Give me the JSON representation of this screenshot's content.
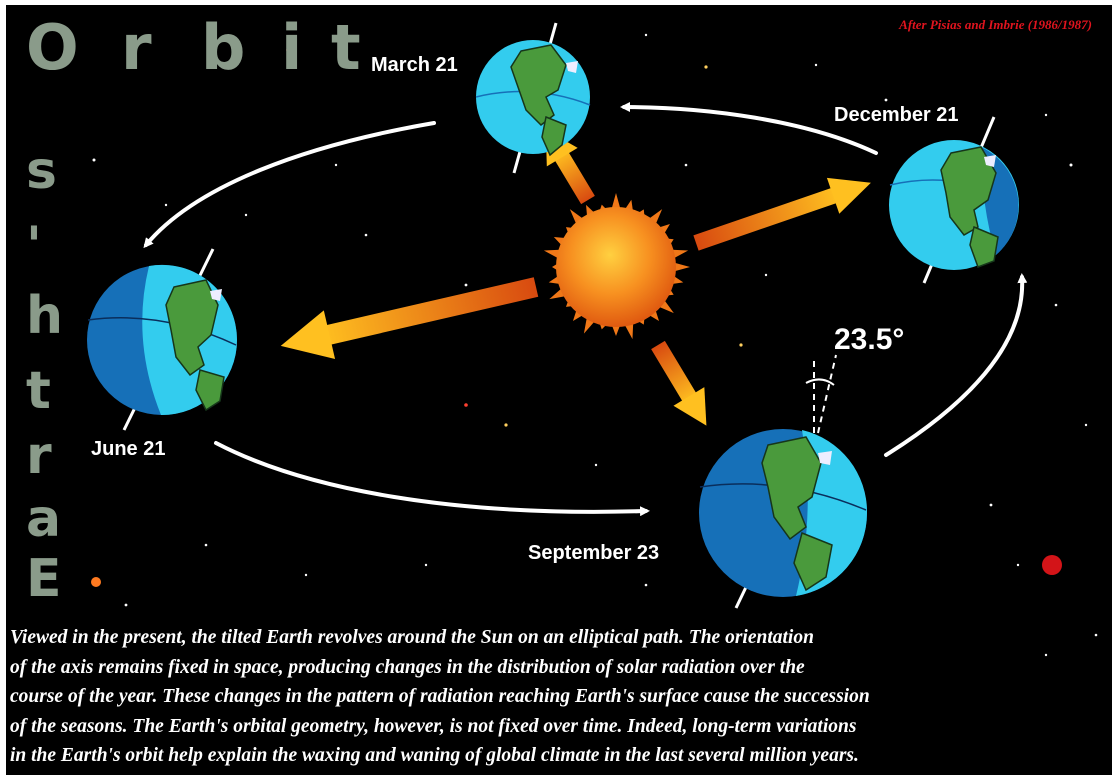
{
  "title": {
    "horizontal_letters": [
      "O",
      "r",
      "b",
      "i",
      "t"
    ],
    "vertical_letters": [
      "E",
      "a",
      "r",
      "t",
      "h",
      "'",
      "s"
    ]
  },
  "credit": "After Pisias and Imbrie (1986/1987)",
  "labels": {
    "march": "March 21",
    "december": "December 21",
    "june": "June 21",
    "september": "September 23",
    "tilt": "23.5°"
  },
  "caption_lines": [
    "Viewed in the present, the tilted Earth revolves around the Sun on an elliptical path.  The orientation",
    "of the axis remains fixed in space, producing changes in the distribution of solar radiation over the",
    "course of the year.  These changes in the pattern of radiation reaching Earth's surface cause the succession",
    "of the seasons.  The Earth's orbital geometry, however, is not fixed over time.  Indeed, long-term variations",
    "in the Earth's orbit help explain the waxing and waning of global climate in the last several million years."
  ],
  "colors": {
    "background": "#000000",
    "title_gray": "#8a9b8a",
    "ocean_light": "#33ccee",
    "ocean_dark": "#1670b8",
    "land": "#4a9a3c",
    "sun": "#f07818",
    "ray": "#ffa020",
    "credit_red": "#e0141e"
  }
}
